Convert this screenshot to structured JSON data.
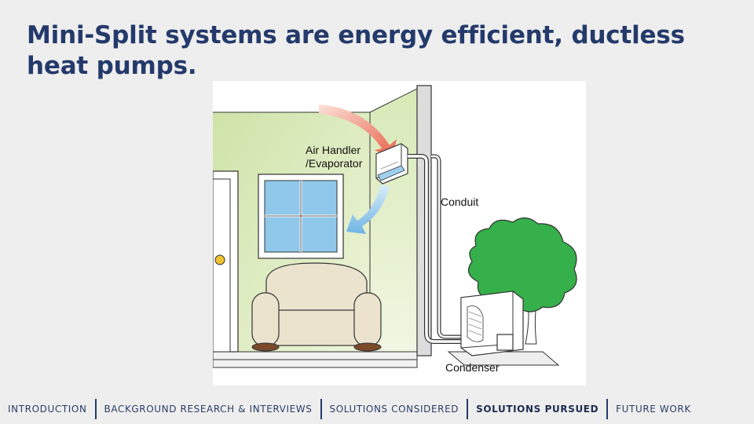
{
  "slide": {
    "title": "Mini-Split systems are energy efficient, ductless heat pumps."
  },
  "diagram": {
    "labels": {
      "air_handler": "Air Handler\n/Evaporator",
      "air_handler_line1": "Air Handler",
      "air_handler_line2": "/Evaporator",
      "conduit": "Conduit",
      "condenser": "Condenser"
    },
    "colors": {
      "wall": "#dfecc3",
      "tree": "#35b04a",
      "window": "#8fc8ea",
      "sofa": "#ece3cf",
      "warm_arrow": "#e8604a",
      "cool_arrow": "#6fb4e4"
    }
  },
  "nav": {
    "items": [
      {
        "label": "INTRODUCTION",
        "active": false
      },
      {
        "label": "BACKGROUND RESEARCH & INTERVIEWS",
        "active": false
      },
      {
        "label": "SOLUTIONS CONSIDERED",
        "active": false
      },
      {
        "label": "SOLUTIONS PURSUED",
        "active": true
      },
      {
        "label": "FUTURE WORK",
        "active": false
      }
    ]
  }
}
